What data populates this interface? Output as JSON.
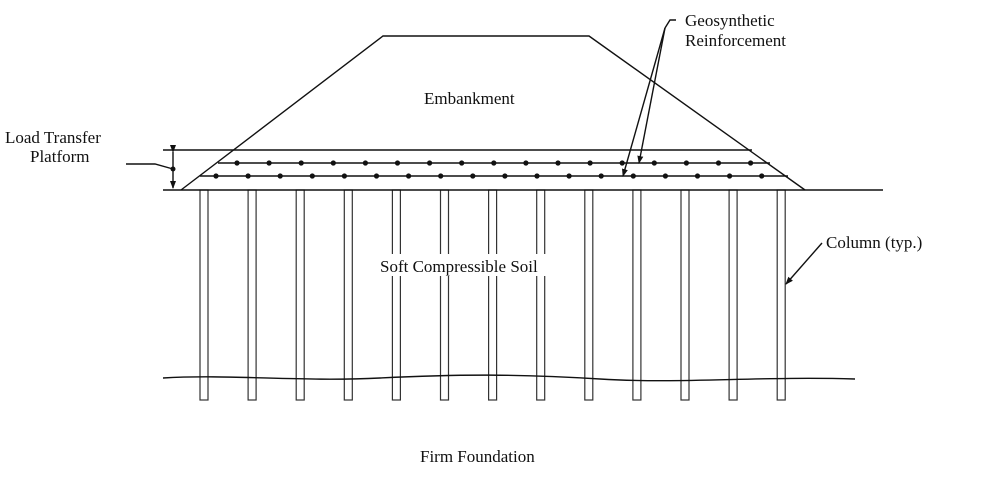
{
  "labels": {
    "embankment": "Embankment",
    "geosynthetic_line1": "Geosynthetic",
    "geosynthetic_line2": "Reinforcement",
    "ltp_line1": "Load Transfer",
    "ltp_line2": "Platform",
    "column": "Column (typ.)",
    "soft_soil": "Soft Compressible Soil",
    "firm": "Firm Foundation"
  },
  "column_count": 13,
  "reinforcement_layers": 2,
  "colors": {
    "line": "#111111",
    "background": "#ffffff"
  }
}
